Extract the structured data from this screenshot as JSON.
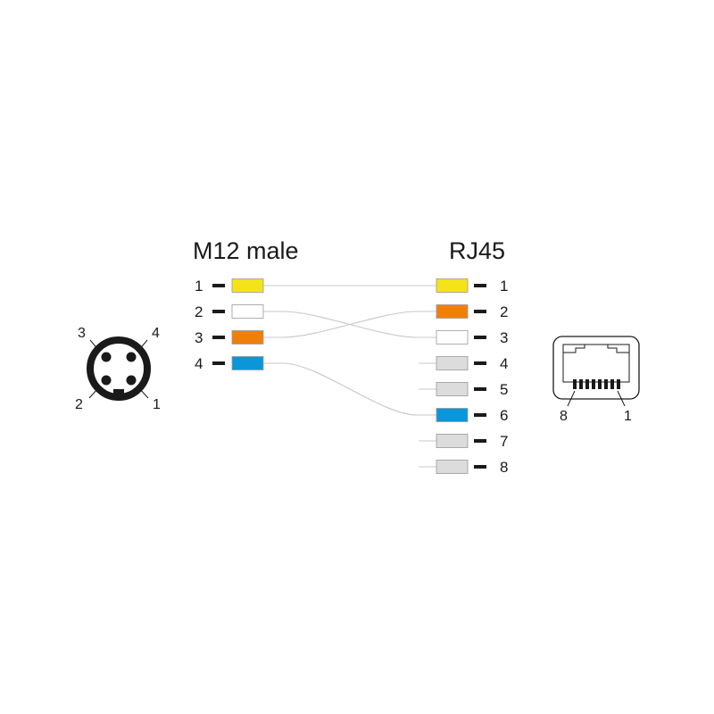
{
  "m12": {
    "title": "M12 male",
    "pins": [
      {
        "label": "1",
        "color": "#f5e31a"
      },
      {
        "label": "2",
        "color": "#ffffff"
      },
      {
        "label": "3",
        "color": "#f07f0a"
      },
      {
        "label": "4",
        "color": "#0a96d8"
      }
    ],
    "connector_labels": [
      "3",
      "4",
      "2",
      "1"
    ]
  },
  "rj45": {
    "title": "RJ45",
    "pins": [
      {
        "label": "1",
        "color": "#f5e31a"
      },
      {
        "label": "2",
        "color": "#f07f0a"
      },
      {
        "label": "3",
        "color": "#ffffff"
      },
      {
        "label": "4",
        "color": "#dcdcdc"
      },
      {
        "label": "5",
        "color": "#dcdcdc"
      },
      {
        "label": "6",
        "color": "#0a96d8"
      },
      {
        "label": "7",
        "color": "#dcdcdc"
      },
      {
        "label": "8",
        "color": "#dcdcdc"
      }
    ],
    "connector_labels": [
      "8",
      "1"
    ]
  },
  "wiring": [
    {
      "from": "1",
      "to": "1"
    },
    {
      "from": "2",
      "to": "3"
    },
    {
      "from": "3",
      "to": "2"
    },
    {
      "from": "4",
      "to": "6"
    }
  ],
  "colors": {
    "wire": "#c8c8c8",
    "outline": "#1a1a1a"
  }
}
